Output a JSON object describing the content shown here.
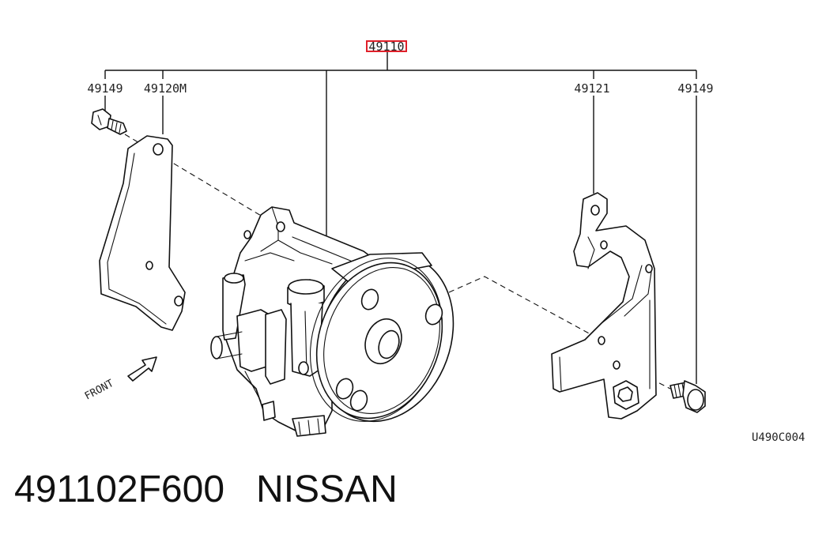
{
  "diagram": {
    "callouts": {
      "main": "49110",
      "bolt_left": "49149",
      "bracket_left": "49120M",
      "bracket_right": "49121",
      "bolt_right": "49149"
    },
    "front_label": "FRONT",
    "code": "U490C004",
    "highlight_color": "#e0202a"
  },
  "caption": {
    "part_number": "491102F600",
    "brand": "NISSAN"
  }
}
